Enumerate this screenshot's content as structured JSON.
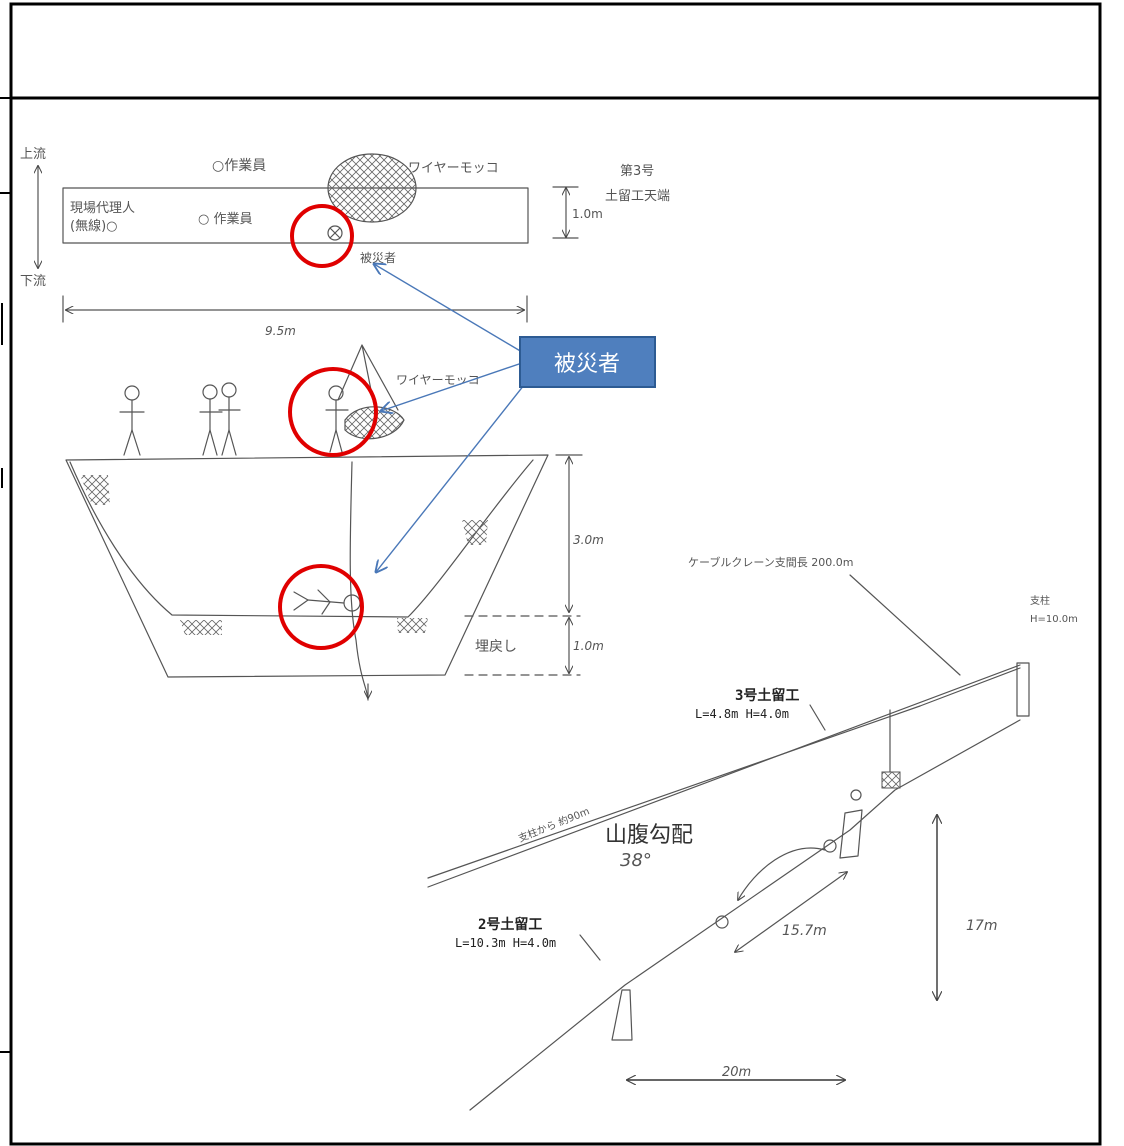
{
  "callout": {
    "label": "被災者",
    "fill": "#4f7fbe",
    "border": "#2d5b93",
    "text_color": "#ffffff"
  },
  "highlight_color": "#e00000",
  "top_view": {
    "upstream": "上流",
    "downstream": "下流",
    "worker_top": "○作業員",
    "wire_basket": "ワイヤーモッコ",
    "site_agent_line1": "現場代理人",
    "site_agent_line2": "(無線)○",
    "worker_mid": "○ 作業員",
    "victim_label": "被災者",
    "structure_line1": "第3号",
    "structure_line2": "土留工天端",
    "width_dim": "1.0m",
    "length_dim": "9.5m"
  },
  "section_view": {
    "wire_basket": "ワイヤーモッコ",
    "depth_dim": "3.0m",
    "backfill": "埋戻し",
    "backfill_dim": "1.0m"
  },
  "slope_view": {
    "cable_crane": "ケーブルクレーン支間長 200.0m",
    "pillar_line1": "支柱",
    "pillar_line2": "H=10.0m",
    "wall3_title": "3号土留工",
    "wall3_spec": "L=4.8m H=4.0m",
    "distance_from_pillar": "支柱から  約90m",
    "slope_label": "山腹勾配",
    "slope_angle": "38°",
    "wall2_title": "2号土留工",
    "wall2_spec": "L=10.3m H=4.0m",
    "fall_dim": "15.7m",
    "height_dim": "17m",
    "horizontal_dim": "20m"
  }
}
